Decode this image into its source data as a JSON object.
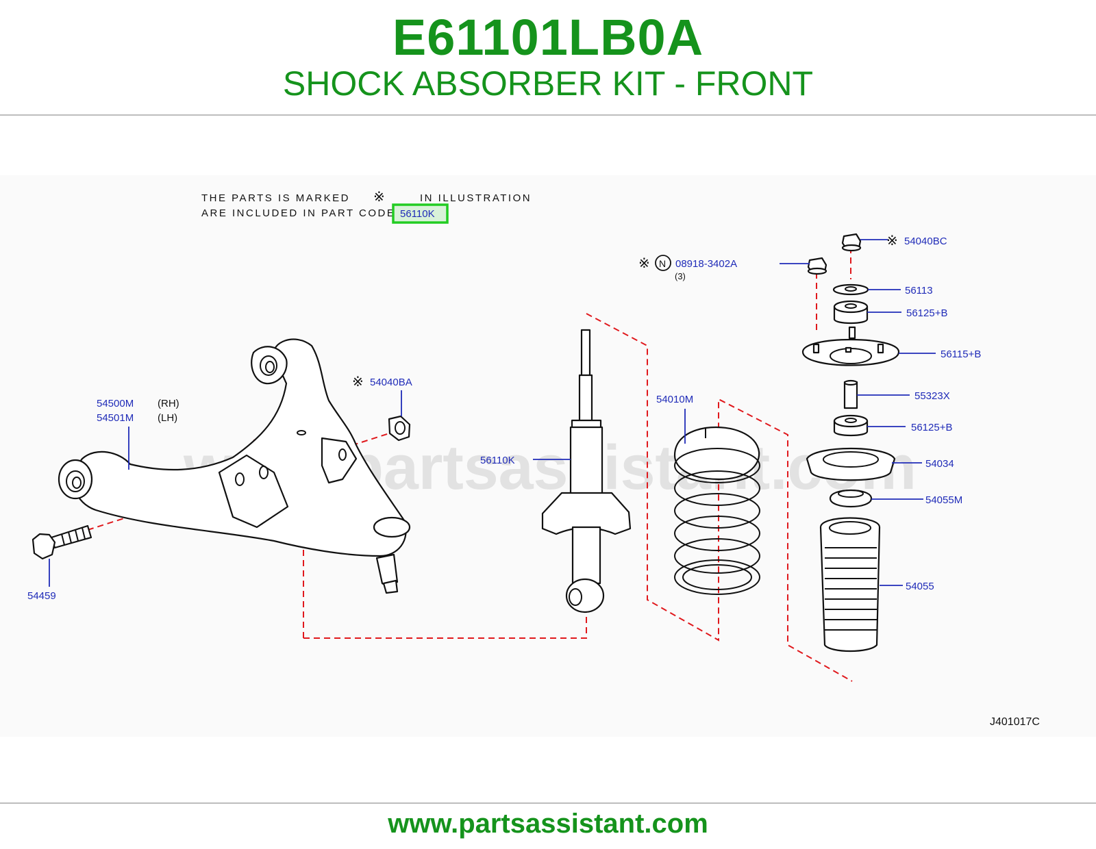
{
  "header": {
    "part_code": "E61101LB0A",
    "part_title": "SHOCK ABSORBER KIT - FRONT"
  },
  "note": {
    "line1_a": "THE PARTS IS MARKED",
    "mark": "※",
    "line1_b": "IN ILLUSTRATION",
    "line2": "ARE INCLUDED IN PART CODE",
    "highlighted_code": "56110K"
  },
  "watermark": "www.partsassistant.com",
  "callouts": {
    "c54040BC": {
      "mark": "※",
      "code": "54040BC"
    },
    "c08918": {
      "mark": "※",
      "symbol": "N",
      "code": "08918-3402A",
      "qty": "(3)"
    },
    "c56113": {
      "code": "56113"
    },
    "c56125B_top": {
      "code": "56125+B"
    },
    "c56115B": {
      "code": "56115+B"
    },
    "c55323X": {
      "code": "55323X"
    },
    "c56125B_bot": {
      "code": "56125+B"
    },
    "c54034": {
      "code": "54034"
    },
    "c54055M": {
      "code": "54055M"
    },
    "c54055": {
      "code": "54055"
    },
    "c54010M": {
      "code": "54010M"
    },
    "c56110K": {
      "code": "56110K"
    },
    "c54040BA": {
      "mark": "※",
      "code": "54040BA"
    },
    "c54500M": {
      "code": "54500M",
      "side": "(RH)"
    },
    "c54501M": {
      "code": "54501M",
      "side": "(LH)"
    },
    "c54459": {
      "code": "54459"
    }
  },
  "diagram_id": "J401017C",
  "footer": {
    "url": "www.partsassistant.com"
  },
  "colors": {
    "brand_green": "#15931c",
    "callout_blue": "#1f2bb8",
    "guide_red": "#e0181c",
    "highlight_box": "#22cc22"
  }
}
